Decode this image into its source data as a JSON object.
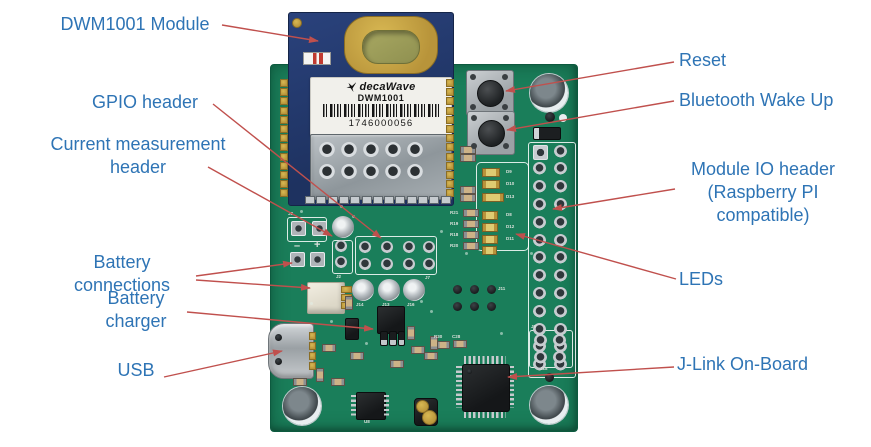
{
  "figure": {
    "annotations_left": [
      {
        "id": "dwm1001-module",
        "lines": [
          "DWM1001 Module"
        ]
      },
      {
        "id": "gpio-header",
        "lines": [
          "GPIO header"
        ]
      },
      {
        "id": "current-measurement-header",
        "lines": [
          "Current measurement",
          "header"
        ]
      },
      {
        "id": "battery-connections",
        "lines": [
          "Battery",
          "connections"
        ]
      },
      {
        "id": "battery-charger",
        "lines": [
          "Battery",
          "charger"
        ]
      },
      {
        "id": "usb",
        "lines": [
          "USB"
        ]
      }
    ],
    "annotations_right": [
      {
        "id": "reset",
        "lines": [
          "Reset"
        ]
      },
      {
        "id": "bluetooth-wake-up",
        "lines": [
          "Bluetooth Wake Up"
        ]
      },
      {
        "id": "module-io-header",
        "lines": [
          "Module IO header",
          "(Raspberry PI",
          "compatible)"
        ]
      },
      {
        "id": "leds",
        "lines": [
          "LEDs"
        ]
      },
      {
        "id": "jlink-on-board",
        "lines": [
          "J-Link On-Board"
        ]
      }
    ]
  },
  "module_label": {
    "brand": "decaWave",
    "model": "DWM1001",
    "serial": "1746000056"
  },
  "silkscreen": {
    "minus": "–",
    "plus": "+",
    "j8": "J8",
    "j2": "J2",
    "j7": "J7",
    "j9": "J9",
    "j11": "J11",
    "j18": "J18",
    "j14": "J14",
    "j13": "J13",
    "j16": "J16",
    "u8": "U8",
    "r30": "R30",
    "c28": "C28",
    "r21": "R21",
    "r19": "R19",
    "r18": "R18",
    "r20": "R20"
  },
  "led_labels": [
    "D9",
    "D10",
    "D13",
    "D8",
    "D12",
    "D11"
  ],
  "colors": {
    "annotation_text": "#2E74B5",
    "leader_line": "#C0504D",
    "pcb_green": "#1A7E5A",
    "module_blue": "#24386B",
    "antenna_gold": "#C3A23E",
    "label_white": "#F1F0EB"
  }
}
